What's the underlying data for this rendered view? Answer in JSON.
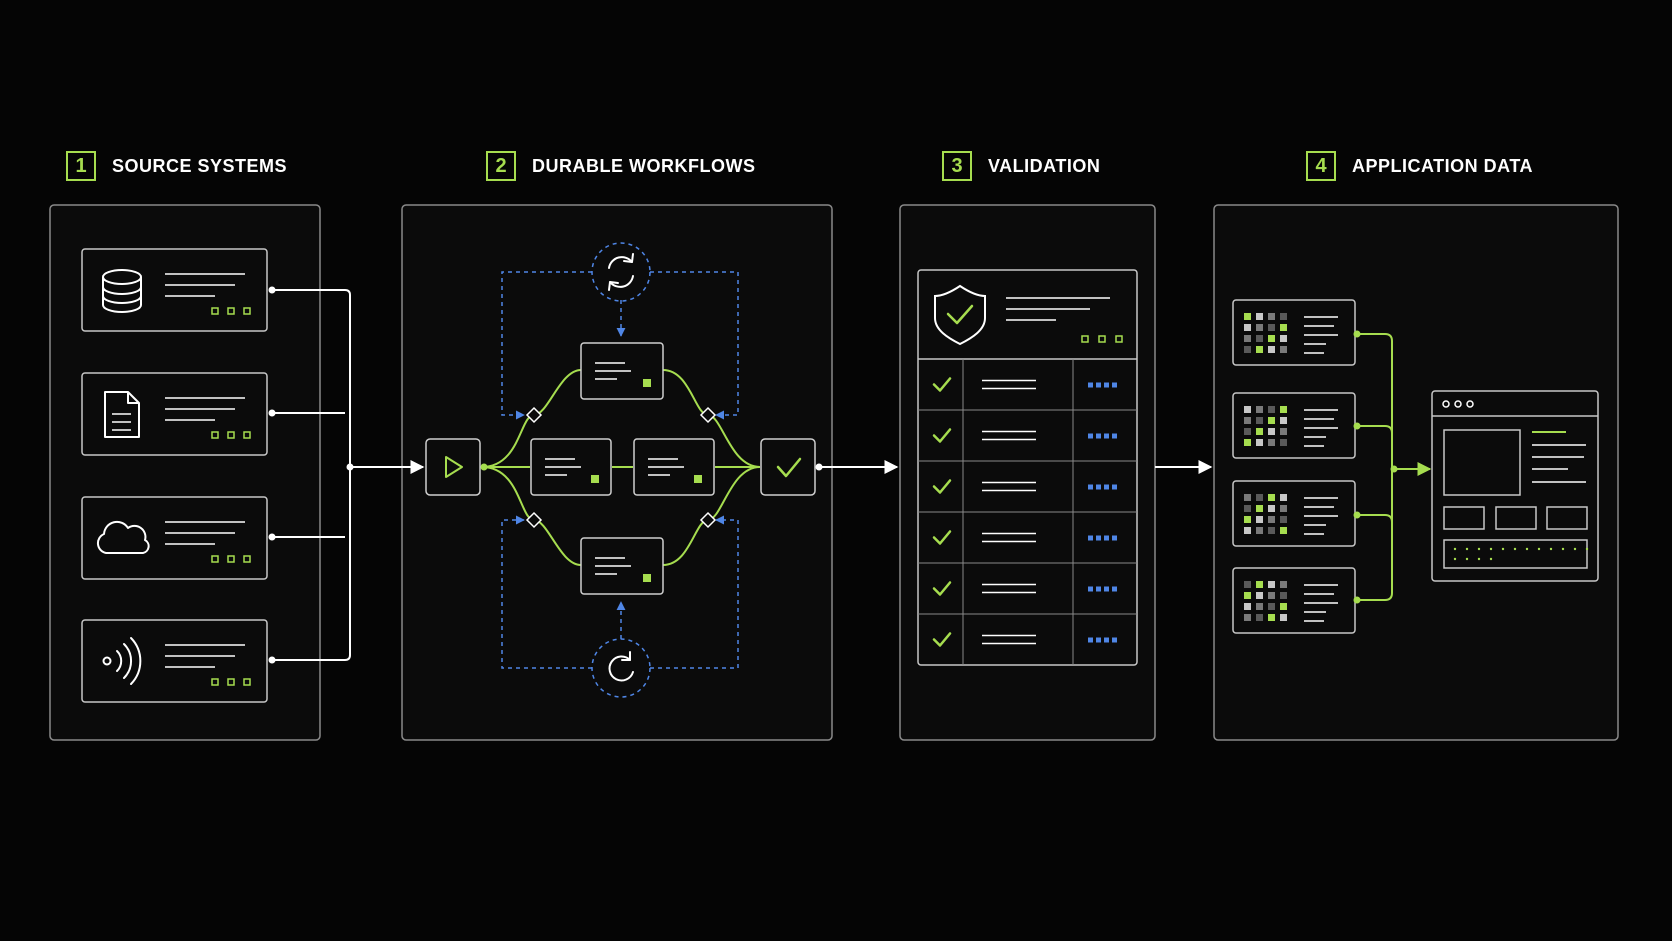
{
  "stages": [
    {
      "number": "1",
      "label": "SOURCE SYSTEMS"
    },
    {
      "number": "2",
      "label": "DURABLE WORKFLOWS"
    },
    {
      "number": "3",
      "label": "VALIDATION"
    },
    {
      "number": "4",
      "label": "APPLICATION DATA"
    }
  ],
  "source_icons": [
    "database-icon",
    "document-icon",
    "cloud-icon",
    "signal-icon"
  ],
  "validation_rows": 6,
  "data_cards": 4,
  "colors": {
    "background": "#050505",
    "panel_border": "#8a8a8a",
    "accent_green": "#a6dd4f",
    "accent_blue": "#4f86e6",
    "line_white": "#ffffff"
  }
}
